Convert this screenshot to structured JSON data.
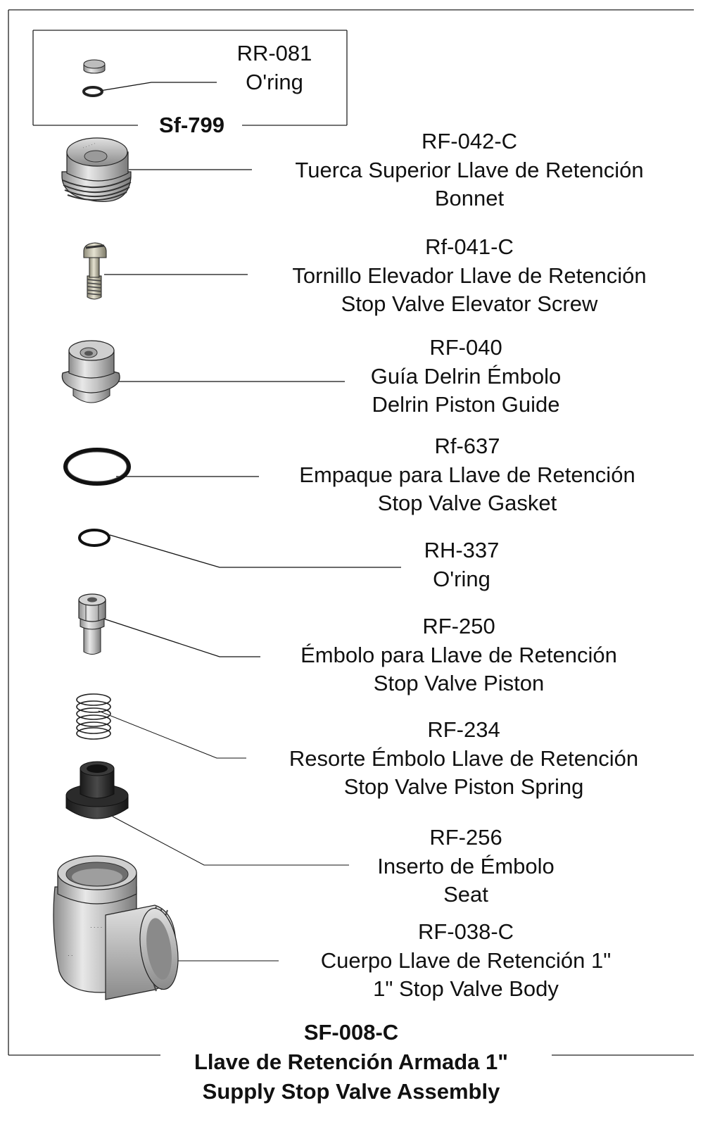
{
  "kit": {
    "code": "Sf-799",
    "part": {
      "code": "RR-081",
      "name": "O'ring"
    }
  },
  "parts": [
    {
      "code": "RF-042-C",
      "name_es": "Tuerca Superior Llave de Retención",
      "name_en": "Bonnet"
    },
    {
      "code": "Rf-041-C",
      "name_es": "Tornillo Elevador Llave de Retención",
      "name_en": "Stop Valve Elevator Screw"
    },
    {
      "code": "RF-040",
      "name_es": "Guía Delrin Émbolo",
      "name_en": "Delrin Piston Guide"
    },
    {
      "code": "Rf-637",
      "name_es": "Empaque para Llave de Retención",
      "name_en": "Stop Valve Gasket"
    },
    {
      "code": "RH-337",
      "name_es": "O'ring",
      "name_en": ""
    },
    {
      "code": "RF-250",
      "name_es": "Émbolo para Llave de Retención",
      "name_en": "Stop Valve Piston"
    },
    {
      "code": "RF-234",
      "name_es": "Resorte Émbolo Llave de Retención",
      "name_en": "Stop Valve Piston Spring"
    },
    {
      "code": "RF-256",
      "name_es": "Inserto de Émbolo",
      "name_en": "Seat"
    },
    {
      "code": "RF-038-C",
      "name_es": "Cuerpo Llave de Retención 1\"",
      "name_en": "1\" Stop Valve Body"
    }
  ],
  "assembly": {
    "code": "SF-008-C",
    "name_es": "Llave de Retención Armada 1\"",
    "name_en": "Supply Stop Valve Assembly"
  },
  "icons": {
    "cap": "cap-icon",
    "oring": "oring-icon",
    "bonnet": "bonnet-icon",
    "screw": "screw-icon",
    "guide": "piston-guide-icon",
    "gasket": "gasket-icon",
    "piston": "piston-icon",
    "spring": "spring-icon",
    "seat": "seat-icon",
    "body": "valve-body-icon"
  }
}
